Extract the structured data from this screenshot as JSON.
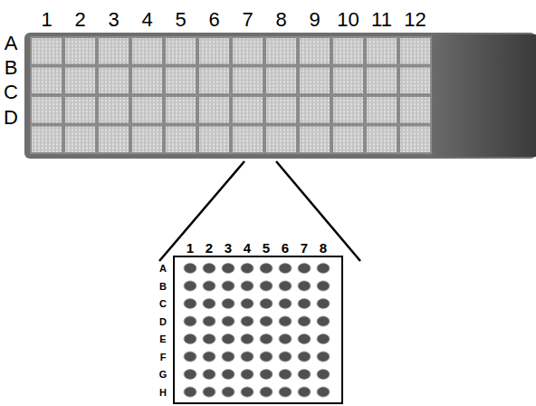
{
  "diagram": {
    "labels": [
      "1",
      "2",
      "3",
      "4",
      "5",
      "6",
      "7",
      "8",
      "9",
      "10",
      "11",
      "12",
      "A",
      "B",
      "C",
      "D",
      "1",
      "2",
      "3",
      "4",
      "5",
      "6",
      "7",
      "8",
      "A",
      "B",
      "C",
      "D",
      "E",
      "F",
      "G",
      "H"
    ]
  }
}
